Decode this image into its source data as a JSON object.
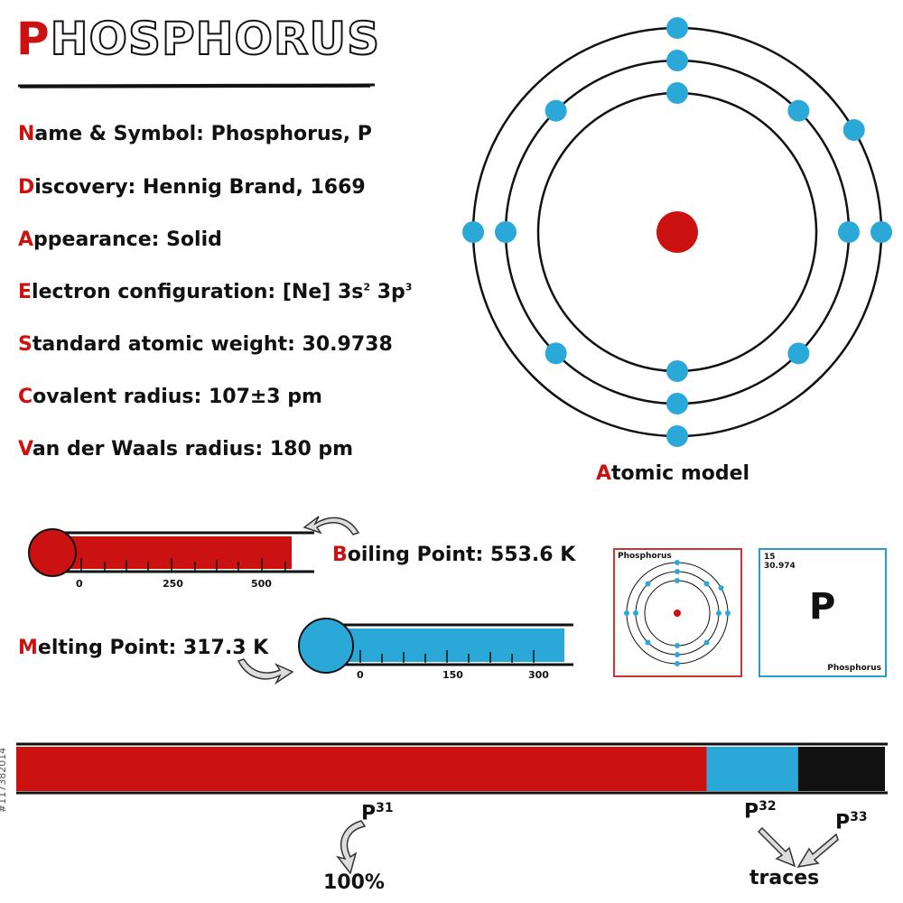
{
  "title": {
    "first": "P",
    "rest": "HOSPHORUS"
  },
  "properties": [
    {
      "initial": "N",
      "rest": "ame & Symbol: Phosphorus, P"
    },
    {
      "initial": "D",
      "rest": "iscovery: Hennig Brand,  1669"
    },
    {
      "initial": "A",
      "rest": "ppearance: Solid"
    },
    {
      "initial": "E",
      "rest": "lectron configuration: [Ne] 3s",
      "sup1": "2",
      "mid": " 3p",
      "sup2": "3"
    },
    {
      "initial": "S",
      "rest": "tandard atomic weight: 30.9738"
    },
    {
      "initial": "C",
      "rest": "ovalent radius: 107±3 pm"
    },
    {
      "initial": "V",
      "rest": "an der Waals radius: 180 pm"
    }
  ],
  "atomic_model": {
    "initial": "A",
    "rest": "tomic model",
    "shells": [
      2,
      8,
      5
    ]
  },
  "boiling": {
    "initial": "B",
    "rest": "oiling Point: 553.6 K",
    "ticks": [
      "0",
      "250",
      "500"
    ],
    "color": "#cc1111"
  },
  "melting": {
    "initial": "M",
    "rest": "elting Point: 317.3 K",
    "ticks": [
      "0",
      "150",
      "300"
    ],
    "color": "#2aa8d8"
  },
  "card_model": {
    "name": "Phosphorus",
    "border": "#cc3333"
  },
  "card_element": {
    "number": "15",
    "mass": "30.974",
    "symbol": "P",
    "name": "Phosphorus",
    "border": "#2a9ad0"
  },
  "isotopes": [
    {
      "base": "P",
      "mass": "31",
      "fraction": 0.795,
      "color": "#cc1111"
    },
    {
      "base": "P",
      "mass": "32",
      "fraction": 0.105,
      "color": "#2aa8d8"
    },
    {
      "base": "P",
      "mass": "33",
      "fraction": 0.1,
      "color": "#111111"
    }
  ],
  "iso_notes": {
    "p31": "100%",
    "traces": "traces"
  },
  "stock_id": "#117382014",
  "colors": {
    "red": "#cc1111",
    "blue": "#2aa8d8",
    "black": "#111111"
  }
}
